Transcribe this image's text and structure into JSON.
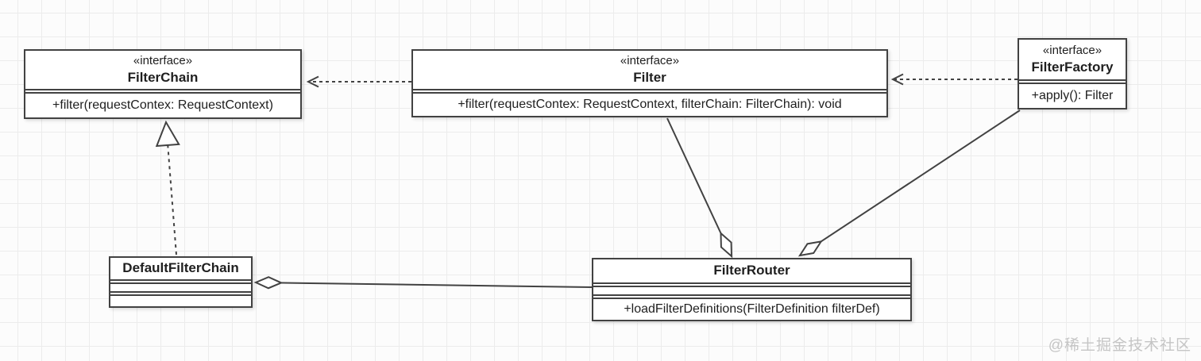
{
  "diagram": {
    "type": "uml-class-diagram",
    "nodes": {
      "filter_chain": {
        "stereotype": "«interface»",
        "name": "FilterChain",
        "method": "+filter(requestContex: RequestContext)"
      },
      "filter": {
        "stereotype": "«interface»",
        "name": "Filter",
        "method": "+filter(requestContex: RequestContext, filterChain: FilterChain): void"
      },
      "filter_factory": {
        "stereotype": "«interface»",
        "name": "FilterFactory",
        "method": "+apply(): Filter"
      },
      "default_filter_chain": {
        "name": "DefaultFilterChain"
      },
      "filter_router": {
        "name": "FilterRouter",
        "method": "+loadFilterDefinitions(FilterDefinition filterDef)"
      }
    },
    "relationships": [
      {
        "type": "dependency",
        "from": "Filter",
        "to": "FilterChain",
        "style": "dashed-open-arrow"
      },
      {
        "type": "dependency",
        "from": "FilterFactory",
        "to": "Filter",
        "style": "dashed-open-arrow"
      },
      {
        "type": "realization",
        "from": "DefaultFilterChain",
        "to": "FilterChain",
        "style": "dashed-hollow-triangle"
      },
      {
        "type": "aggregation",
        "from": "FilterRouter",
        "to": "Filter",
        "style": "solid-hollow-diamond"
      },
      {
        "type": "aggregation",
        "from": "FilterRouter",
        "to": "FilterFactory",
        "style": "solid-hollow-diamond"
      },
      {
        "type": "aggregation",
        "from": "DefaultFilterChain",
        "to": "FilterRouter",
        "style": "solid-hollow-diamond"
      }
    ],
    "watermark": "@稀土掘金技术社区",
    "colors": {
      "line": "#424242",
      "node_fill": "#ffffff",
      "grid_line": "#ececec",
      "background": "#fcfcfc",
      "watermark": "#c5c5c5"
    }
  }
}
